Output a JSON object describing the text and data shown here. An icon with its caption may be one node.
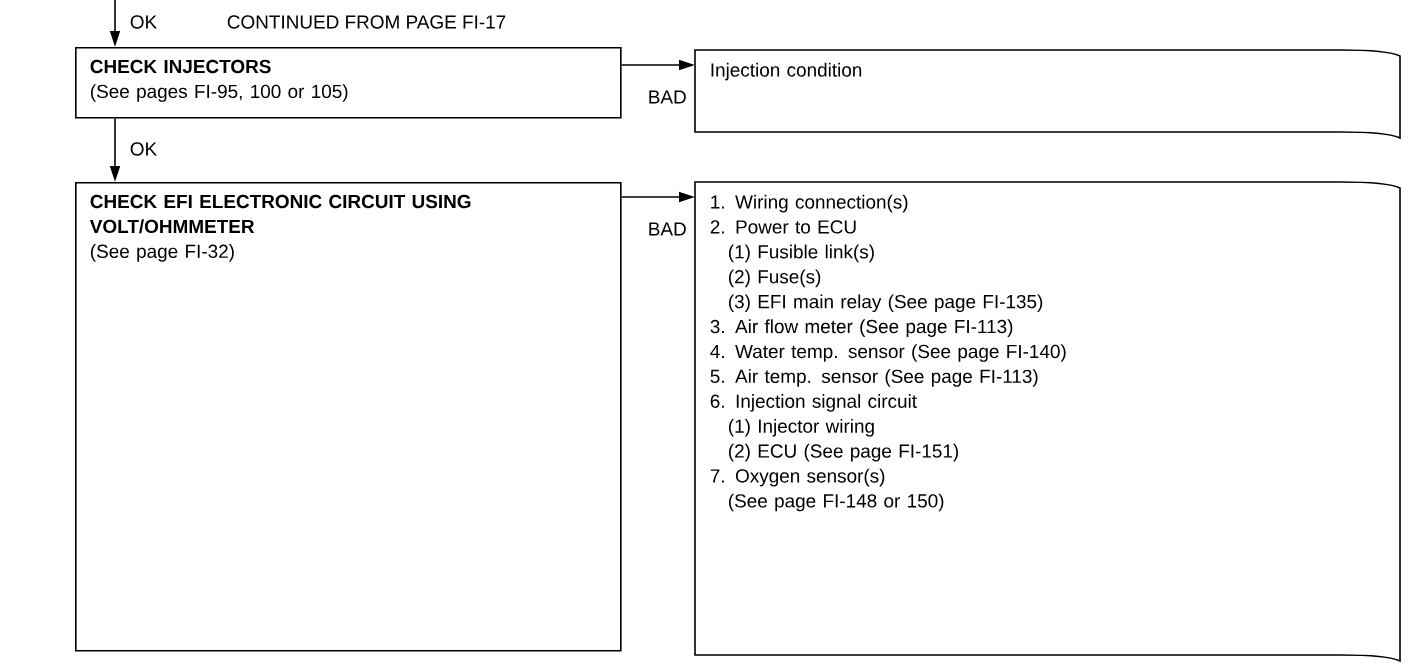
{
  "diagram": {
    "nodes": [
      {
        "text": [
          "CHECK INJECTORS",
          "(See pages FI-95, 100 or 105)"
        ]
      },
      {
        "text": [
          "Injection condition"
        ]
      },
      {
        "text": [
          "CHECK EFI ELECTRONIC CIRCUIT USING VOLT/OHMMETER",
          "(See page FI-32)"
        ]
      },
      {
        "text": [
          "1. Wiring connection(s)",
          "2. Power to ECU",
          "(1) Fusible link(s)",
          "(2) Fuse(s)",
          "(3) EFI main relay (See page FI-135)",
          "3. Air flow meter (See page FI-113)",
          "4. Water temp. sensor (See page FI-140)",
          "5. Air temp. sensor (See page FI-113)",
          "6. Injection signal circuit",
          "(1) Injector wiring",
          "(2) ECU (See page FI-151)",
          "7. Oxygen sensor(s)",
          "(See page FI-148 or 150)"
        ]
      }
    ],
    "edges": [
      {
        "from": null,
        "to": 0,
        "arrow": "to",
        "label": "OK"
      },
      {
        "from": 0,
        "to": 1,
        "arrow": "to",
        "label": "BAD"
      },
      {
        "from": 0,
        "to": 2,
        "arrow": "to",
        "label": "OK"
      },
      {
        "from": 2,
        "to": 3,
        "arrow": "to",
        "label": "BAD"
      }
    ],
    "labels": [
      "CONTINUED FROM PAGE FI-17"
    ]
  }
}
